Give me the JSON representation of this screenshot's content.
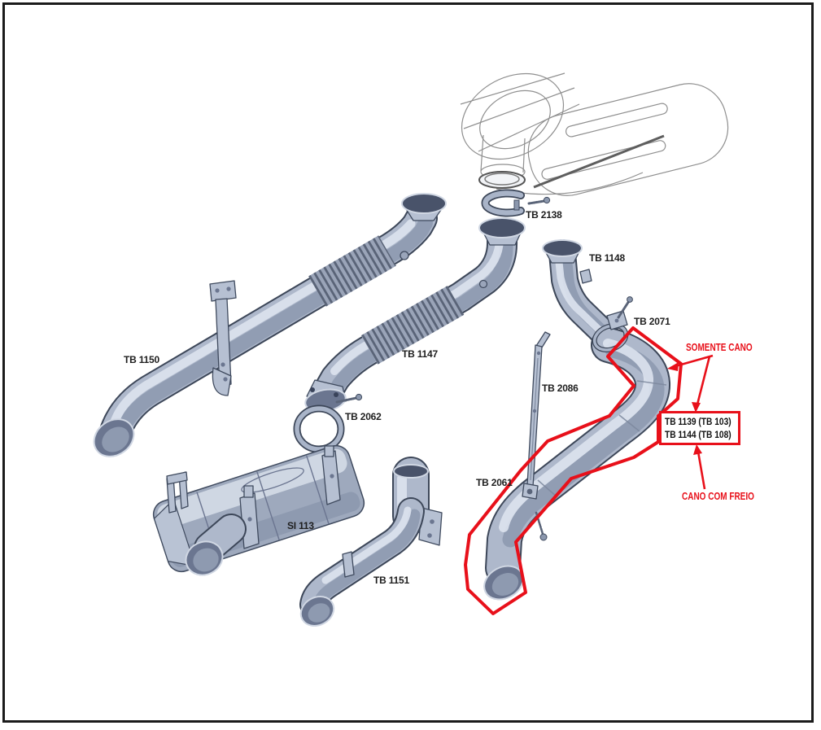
{
  "diagram": {
    "colors": {
      "highlight_red": "#e8101a",
      "pipe_fill": "#aeb8cb",
      "pipe_outline": "#3d4759",
      "label_text": "#1e1e1e",
      "wireframe_gray": "#8f8f8f",
      "background": "#ffffff",
      "page_border": "#1b1b1b"
    },
    "parts": {
      "tb2138": "TB 2138",
      "tb1148": "TB 1148",
      "tb2071": "TB 2071",
      "tb1150": "TB 1150",
      "tb1147": "TB 1147",
      "tb2086": "TB 2086",
      "tb2062": "TB 2062",
      "tb2061": "TB 2061",
      "si113": "SI 113",
      "tb1151": "TB 1151"
    },
    "callout": {
      "lines": [
        "TB 1139 (TB 103)",
        "TB 1144 (TB 108)"
      ],
      "note_top": "SOMENTE CANO",
      "note_bottom": "CANO COM FREIO"
    }
  }
}
